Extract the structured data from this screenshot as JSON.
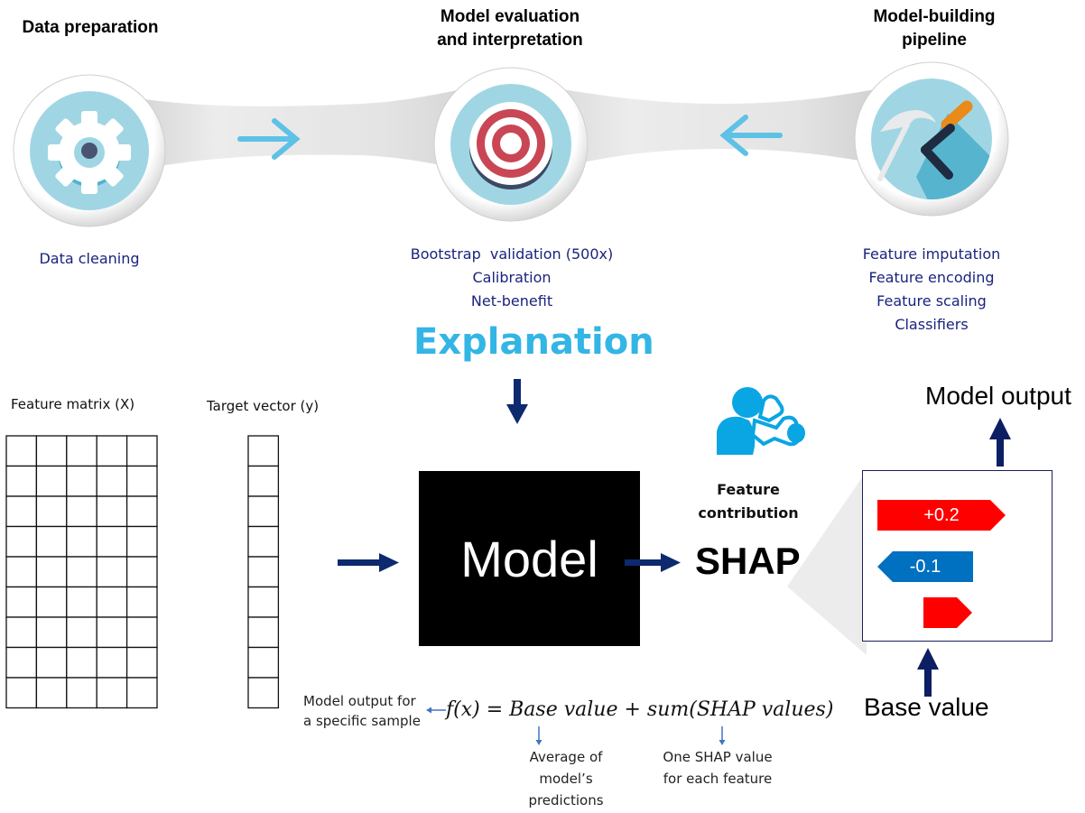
{
  "pipeline": {
    "stages": [
      {
        "title_lines": [
          "Data preparation"
        ],
        "icon": "gear-icon",
        "items": [
          "Data cleaning"
        ]
      },
      {
        "title_lines": [
          "Model evaluation",
          "and interpretation"
        ],
        "icon": "target-icon",
        "items": [
          "Bootstrap  validation (500x)",
          "Calibration",
          "Net-benefit"
        ]
      },
      {
        "title_lines": [
          "Model-building",
          "pipeline"
        ],
        "icon": "tools-icon",
        "items": [
          "Feature imputation",
          "Feature encoding",
          "Feature scaling",
          "Classifiers"
        ]
      }
    ],
    "arrows": [
      "arrow-right",
      "arrow-left"
    ]
  },
  "explanation": {
    "heading": "Explanation",
    "feature_matrix_label": "Feature matrix (X)",
    "target_vector_label": "Target vector (y)",
    "matrix": {
      "rows": 9,
      "cols": 5
    },
    "vector": {
      "rows": 9
    },
    "model_label": "Model",
    "shap_label": "SHAP",
    "feature_contribution": [
      "Feature",
      "contribution"
    ],
    "model_output_label": "Model output",
    "base_value_label": "Base value",
    "shap_bars": [
      {
        "label": "+0.2",
        "direction": "right",
        "color": "#ff0000"
      },
      {
        "label": "-0.1",
        "direction": "left",
        "color": "#0070c0"
      },
      {
        "label": "",
        "direction": "right",
        "color": "#ff0000"
      }
    ],
    "formula": {
      "lhs": "f(x) = Base value + sum(SHAP values)",
      "left_note": [
        "Model output for",
        "a specific sample"
      ],
      "base_note": [
        "Average of",
        "model’s",
        "predictions"
      ],
      "shap_note": [
        "One SHAP value",
        "for each feature"
      ]
    }
  },
  "colors": {
    "accent": "#33b5e5",
    "navy": "#0d2a6e",
    "list_text": "#1a237e",
    "icon_bg": "#a0d6e4",
    "target_red": "#c94654",
    "positive": "#ff0000",
    "negative": "#0070c0"
  }
}
